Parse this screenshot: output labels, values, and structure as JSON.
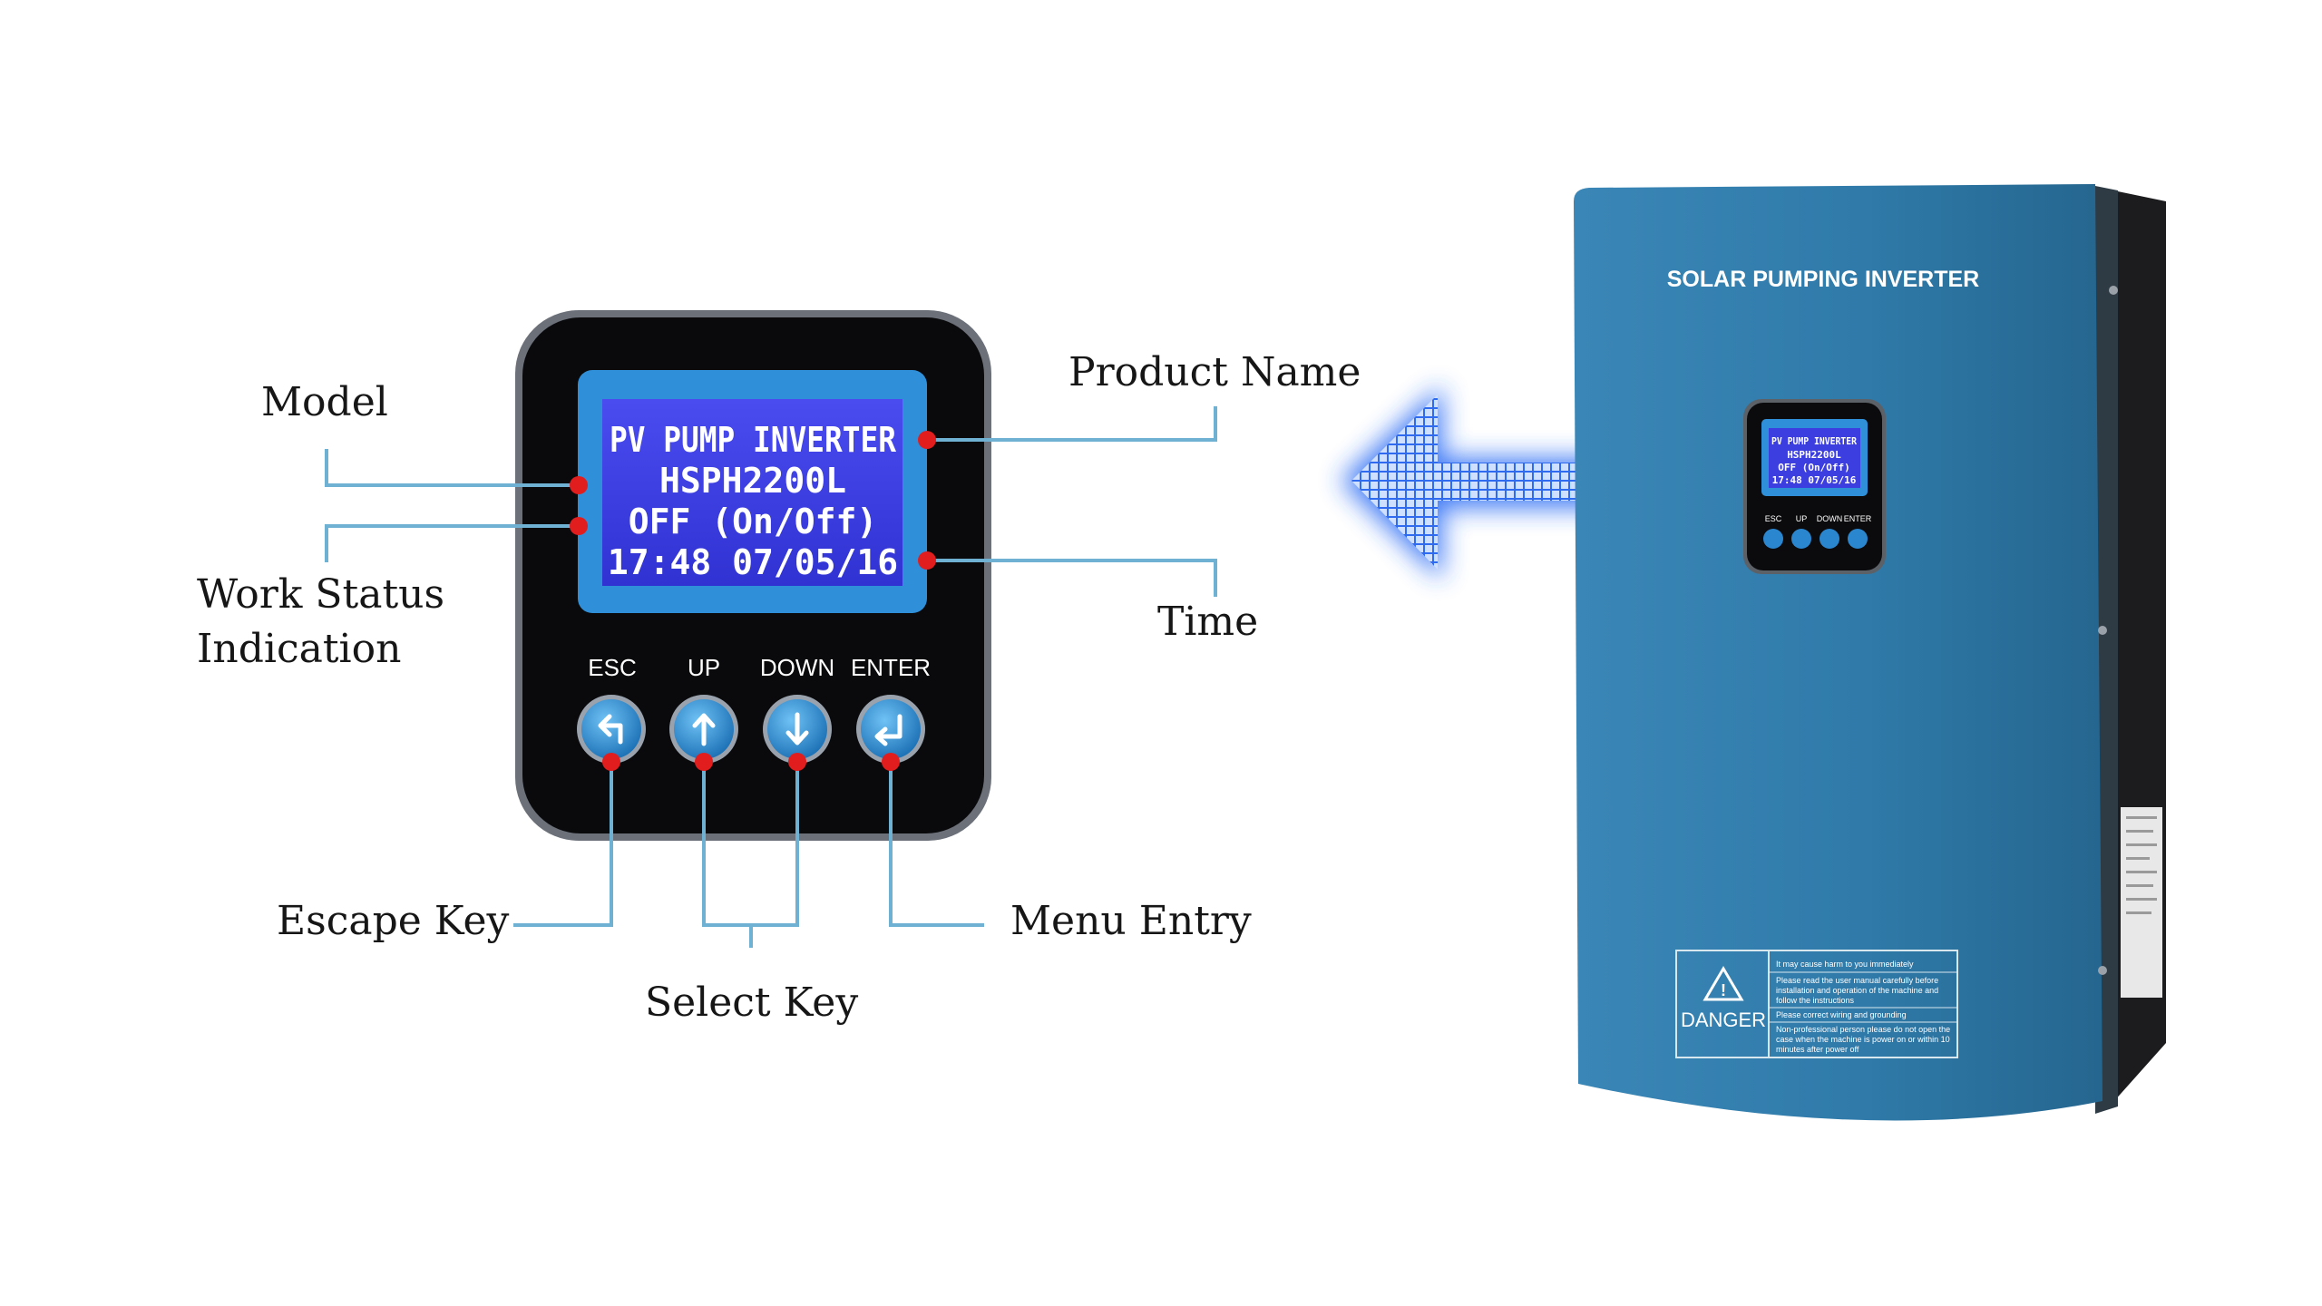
{
  "callouts": {
    "model": "Model",
    "work_status_line1": "Work Status",
    "work_status_line2": "Indication",
    "product_name": "Product Name",
    "time": "Time",
    "escape_key": "Escape Key",
    "select_key": "Select Key",
    "menu_entry": "Menu Entry"
  },
  "panel": {
    "lcd_lines": [
      "PV PUMP INVERTER",
      "HSPH2200L",
      "OFF (On/Off)",
      "17:48 07/05/16"
    ],
    "keys": [
      "ESC",
      "UP",
      "DOWN",
      "ENTER"
    ]
  },
  "device": {
    "title": "SOLAR PUMPING INVERTER",
    "danger_word": "DANGER",
    "warning_lines": [
      "It may cause harm to you immediately",
      "Please read the user manual carefully before",
      "installation and operation of the machine and",
      "follow the instructions",
      "Please correct wiring and grounding",
      "Non-professional person please do not open the",
      "case when the machine is power on or within 10",
      "minutes after power off"
    ]
  },
  "colors": {
    "lcd_blue": "#3c3ee0",
    "frame_blue": "#2f8fd8",
    "device_blue": "#2f79a8",
    "leader": "#6fb1d3",
    "marker": "#e11d1d"
  }
}
